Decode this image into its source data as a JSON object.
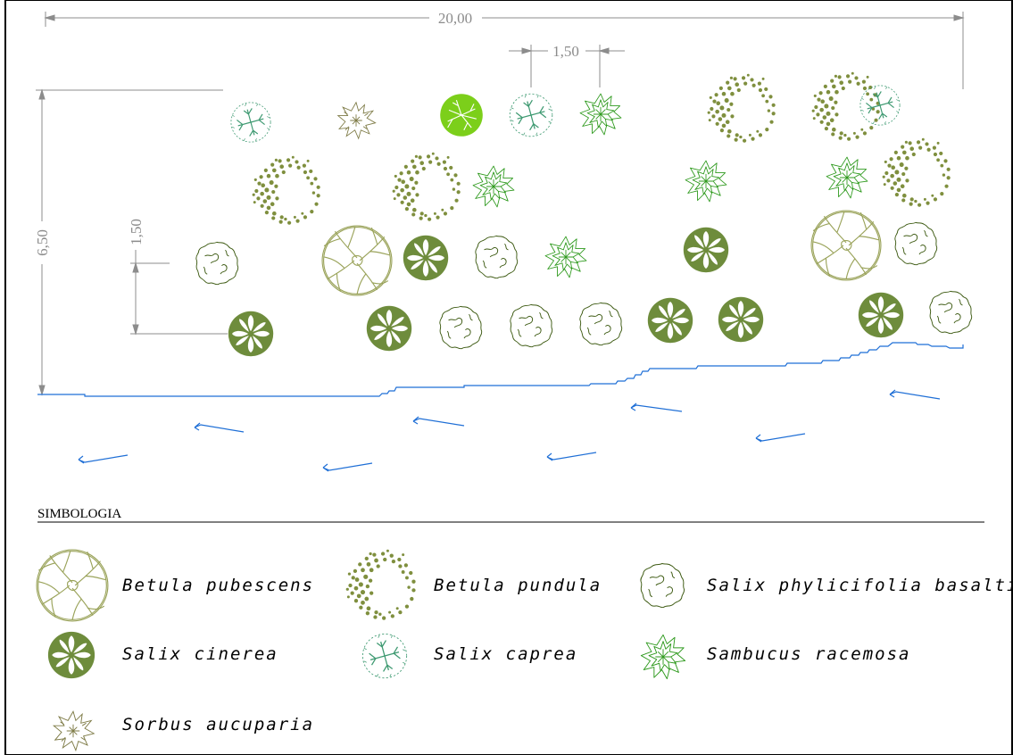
{
  "dimensions": {
    "width_total": "20,00",
    "spacing_top": "1,50",
    "height_total": "6,50",
    "spacing_side": "1,50"
  },
  "colors": {
    "dim_line": "#8c8c8c",
    "water_line": "#1f6fd6",
    "betula_pubescens": "#9aa35a",
    "betula_pundula": "#7f8f3e",
    "salix_phylicifolia": "#3d5a12",
    "salix_cinerea": "#6e8c3c",
    "salix_caprea": "#3f9a72",
    "sambucus_racemosa": "#2f9a1e",
    "sorbus_aucuparia": "#7d7a45",
    "bright_tree": "#7ccf1a"
  },
  "legend": {
    "title": "SIMBOLOGIA",
    "items": [
      {
        "symbol": "betula-pubescens",
        "label": "Betula pubescens"
      },
      {
        "symbol": "betula-pundula",
        "label": "Betula pundula"
      },
      {
        "symbol": "salix-phylicifolia",
        "label": "Salix phylicifolia basaltica"
      },
      {
        "symbol": "salix-cinerea",
        "label": "Salix cinerea"
      },
      {
        "symbol": "salix-caprea",
        "label": "Salix caprea"
      },
      {
        "symbol": "sambucus-racemosa",
        "label": "Sambucus racemosa"
      },
      {
        "symbol": "sorbus-aucuparia",
        "label": "Sorbus aucuparia"
      }
    ]
  }
}
